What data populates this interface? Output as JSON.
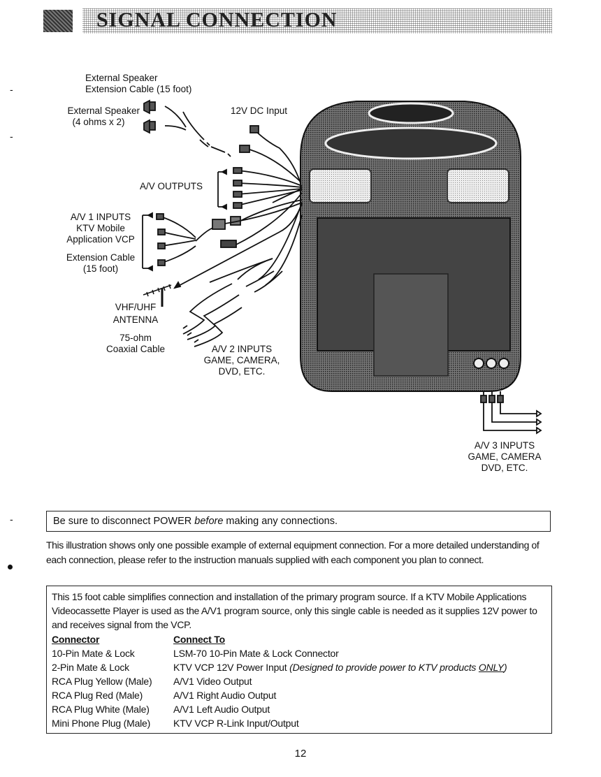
{
  "header": {
    "title": "SIGNAL CONNECTION"
  },
  "diagram": {
    "ext_speaker_cable": [
      "External Speaker",
      "Extension Cable (15 foot)"
    ],
    "ext_speaker": [
      "External Speaker",
      "(4 ohms x 2)"
    ],
    "dc_input": "12V DC Input",
    "av_outputs": "A/V OUTPUTS",
    "av1_inputs": [
      "A/V 1 INPUTS",
      "KTV Mobile",
      "Application VCP",
      "Extension Cable",
      "(15 foot)"
    ],
    "antenna": [
      "VHF/UHF",
      "ANTENNA"
    ],
    "coax": [
      "75-ohm",
      "Coaxial Cable"
    ],
    "av2_inputs": [
      "A/V 2 INPUTS",
      "GAME, CAMERA,",
      "DVD, ETC."
    ],
    "av3_inputs": [
      "A/V 3 INPUTS",
      "GAME, CAMERA",
      "DVD, ETC."
    ]
  },
  "warning": {
    "pre": "Be sure to disconnect POWER ",
    "em": "before",
    "post": " making any connections."
  },
  "paragraph": "This illustration shows only one possible example of external equipment connection. For a more detailed understanding of each connection, please refer to the instruction manuals supplied with each component you plan to connect.",
  "table": {
    "intro": "This 15 foot cable simplifies connection and installation of the primary program source. If a KTV Mobile Applications Videocassette Player is used as the A/V1 program source, only this single cable is needed as it supplies 12V power to and receives signal from the VCP.",
    "headers": [
      "Connector",
      "Connect To"
    ],
    "rows": [
      [
        "10-Pin Mate & Lock",
        "LSM-70 10-Pin Mate & Lock Connector"
      ],
      [
        "2-Pin Mate & Lock",
        "KTV VCP 12V Power Input"
      ],
      [
        "RCA Plug Yellow (Male)",
        "A/V1 Video Output"
      ],
      [
        "RCA Plug Red (Male)",
        "A/V1 Right Audio Output"
      ],
      [
        "RCA Plug White (Male)",
        "A/V1 Left Audio Output"
      ],
      [
        "Mini Phone Plug (Male)",
        "KTV VCP R-Link Input/Output"
      ]
    ],
    "note_pre": "(Designed to provide power to KTV products ",
    "note_em": "ONLY",
    "note_post": ")"
  },
  "page_number": "12"
}
